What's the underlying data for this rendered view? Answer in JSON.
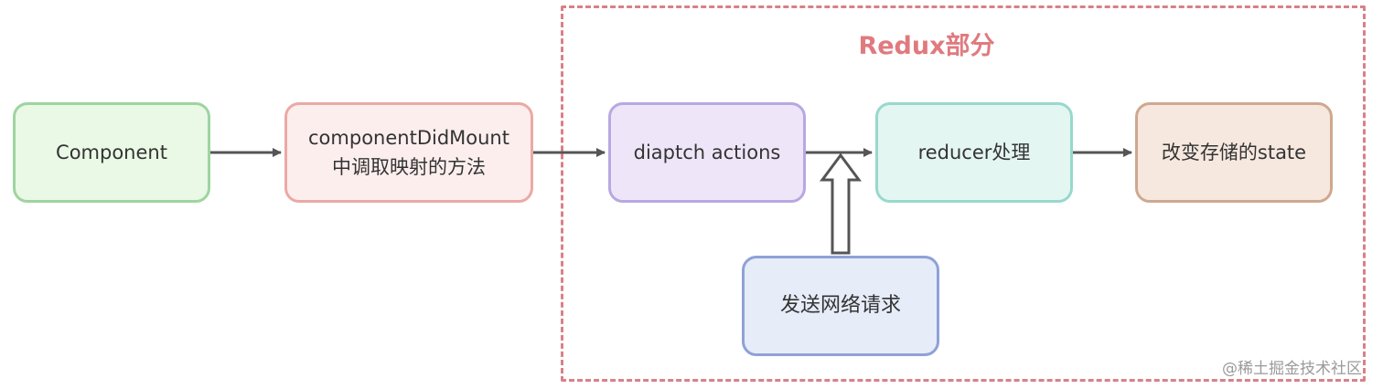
{
  "diagram": {
    "region_title": "Redux部分",
    "nodes": {
      "component": "Component",
      "didmount_line1": "componentDidMount",
      "didmount_line2": "中调取映射的方法",
      "dispatch": "diaptch actions",
      "reducer": "reducer处理",
      "state": "改变存储的state",
      "network": "发送网络请求"
    },
    "colors": {
      "region_border": "#d98088",
      "region_title": "#e07a7f",
      "arrow": "#555555"
    }
  },
  "watermark": "@稀土掘金技术社区"
}
